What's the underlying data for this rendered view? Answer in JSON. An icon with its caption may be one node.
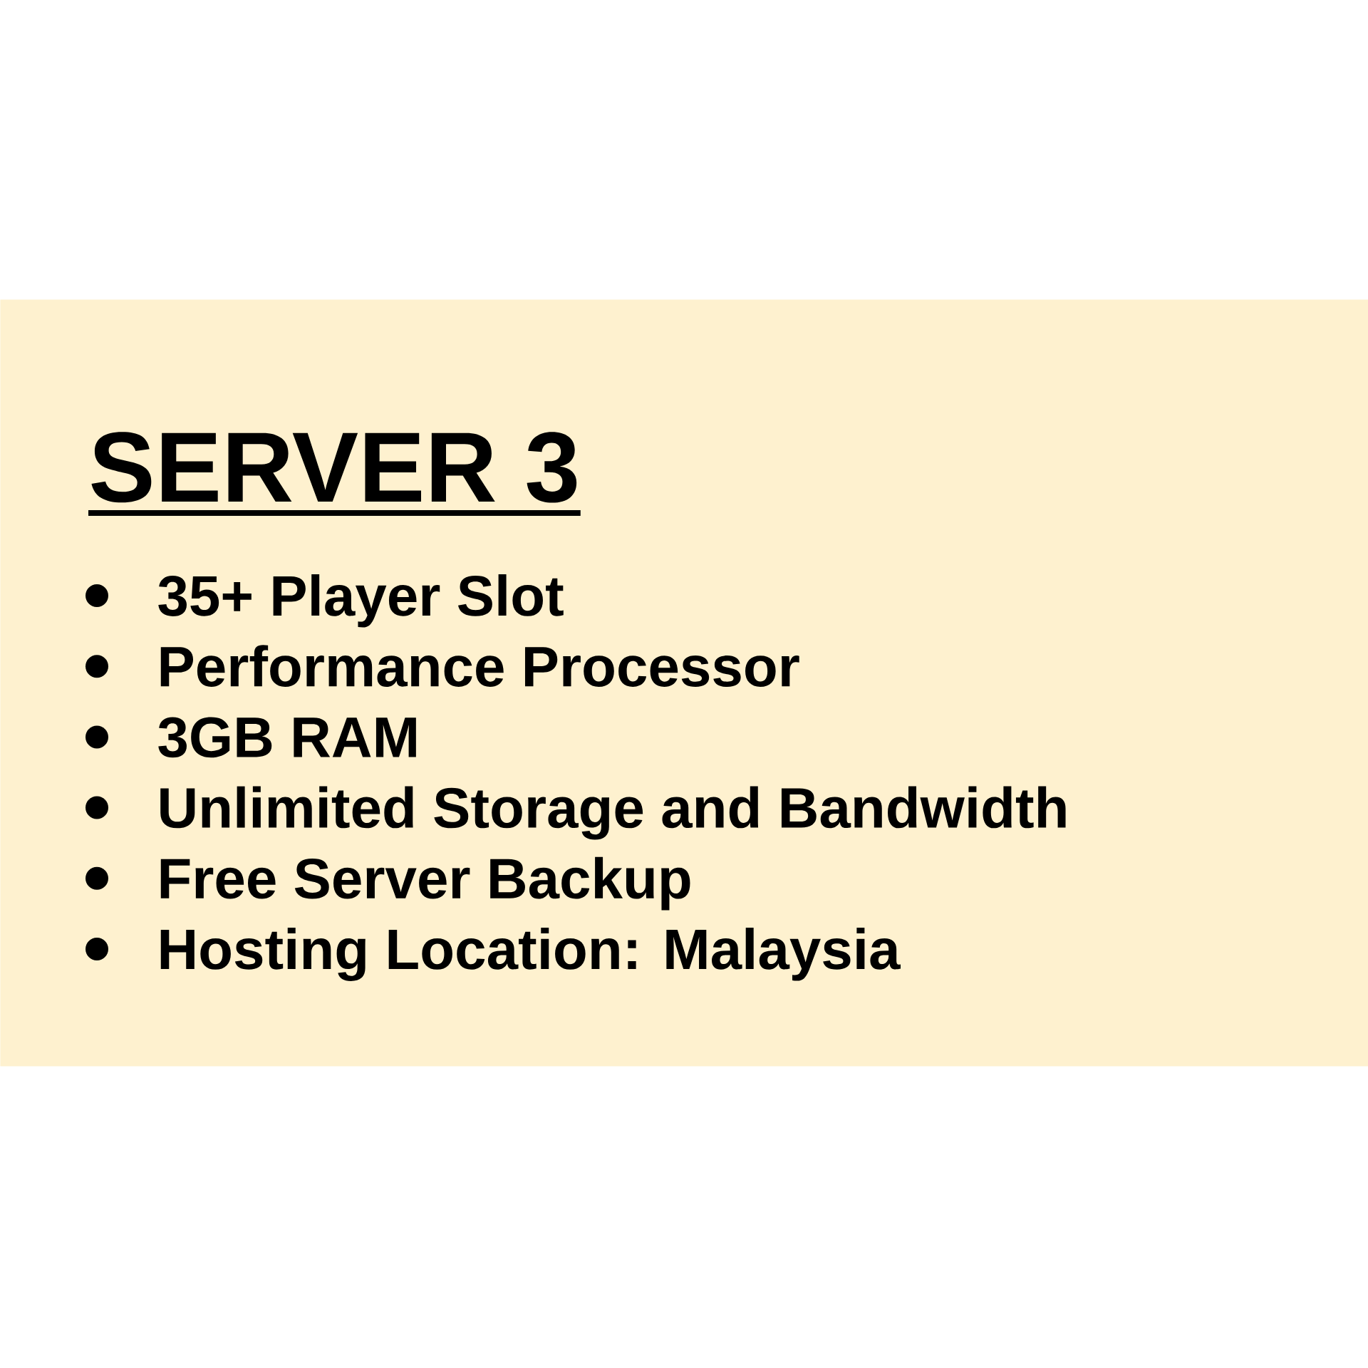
{
  "diagram": {
    "nodes": [
      {
        "text": [
          "SERVER 3",
          "35+ Player Slot",
          "Performance Processor",
          "3GB RAM",
          "Unlimited Storage and Bandwidth",
          "Free Server Backup",
          "Hosting Location: Malaysia"
        ]
      }
    ]
  }
}
